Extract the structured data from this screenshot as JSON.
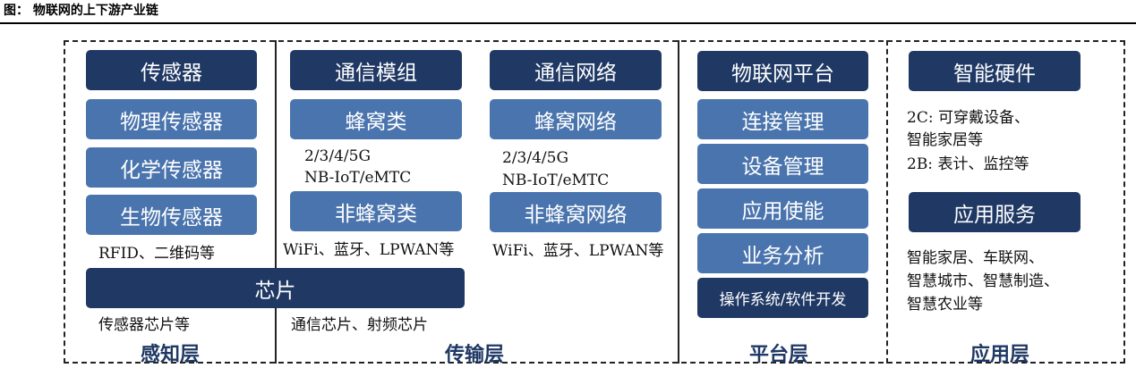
{
  "title": "图： 物联网的上下游产业链",
  "perception": {
    "header": "传感器",
    "items": [
      "物理传感器",
      "化学传感器",
      "生物传感器"
    ],
    "note": "RFID、二维码等",
    "layer": "感知层"
  },
  "chip": {
    "label": "芯片",
    "note_left": "传感器芯片等",
    "note_right": "通信芯片、射频芯片"
  },
  "transmission": {
    "module": {
      "header": "通信模组",
      "cellular": "蜂窝类",
      "cellular_note": [
        "2/3/4/5G",
        "NB-IoT/eMTC"
      ],
      "noncellular": "非蜂窝类",
      "noncellular_note": "WiFi、蓝牙、LPWAN等"
    },
    "network": {
      "header": "通信网络",
      "cellular": "蜂窝网络",
      "cellular_note": [
        "2/3/4/5G",
        "NB-IoT/eMTC"
      ],
      "noncellular": "非蜂窝网络",
      "noncellular_note": "WiFi、蓝牙、LPWAN等"
    },
    "layer": "传输层"
  },
  "platform": {
    "header": "物联网平台",
    "items": [
      "连接管理",
      "设备管理",
      "应用使能",
      "业务分析"
    ],
    "os": "操作系统/软件开发",
    "layer": "平台层"
  },
  "application": {
    "hardware": "智能硬件",
    "hardware_note": [
      "2C: 可穿戴设备、",
      "智能家居等",
      "2B: 表计、监控等"
    ],
    "service": "应用服务",
    "service_note": [
      "智能家居、车联网、",
      "智慧城市、智慧制造、",
      "智慧农业等"
    ],
    "layer": "应用层"
  },
  "colors": {
    "dark_box": "#1f3864",
    "light_box": "#4a74ad",
    "border": "#222222"
  }
}
